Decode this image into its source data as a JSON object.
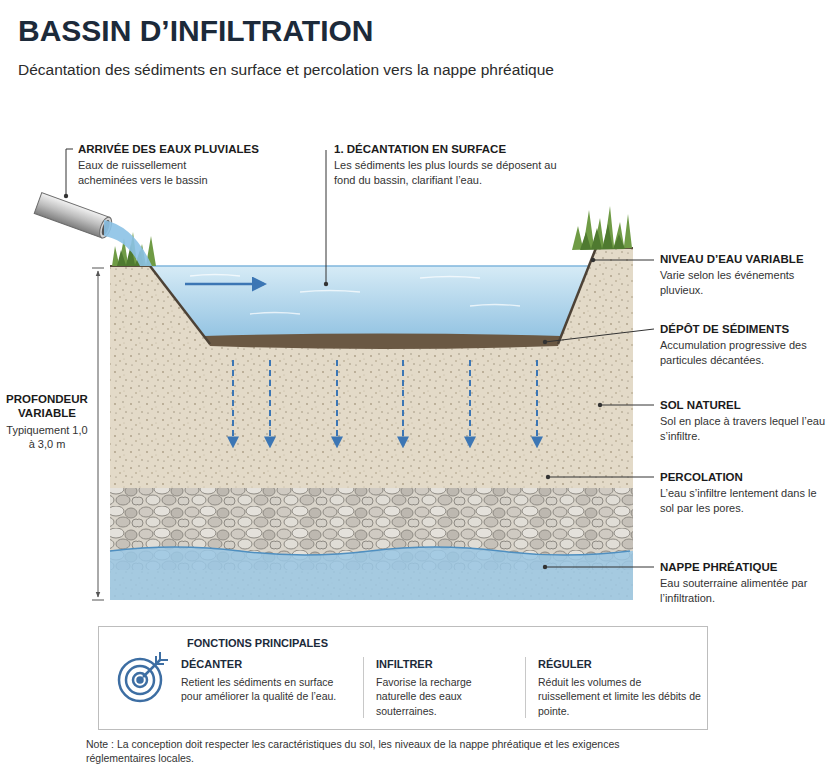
{
  "diagram": {
    "title": "BASSIN D’INFILTRATION",
    "nodes": [
      {
        "text": [
          "FONCTIONS PRINCIPALES"
        ]
      },
      {
        "text": [
          "DÉCANTER",
          "Retient les sédiments en surface pour améliorer la qualité de l’eau."
        ],
        "in": 0
      },
      {
        "text": [
          "INFILTRER",
          "Favorise la recharge naturelle des eaux souterraines."
        ],
        "in": 0
      },
      {
        "text": [
          "RÉGULER",
          "Réduit les volumes de ruissellement et limite les débits de pointe."
        ],
        "in": 0
      }
    ],
    "labels": [
      "Décantation des sédiments en surface et percolation vers la nappe phréatique",
      "ARRIVÉE DES EAUX PLUVIALES",
      "Eaux de ruissellement acheminées vers le bassin",
      "1. DÉCANTATION EN SURFACE",
      "Les sédiments les plus lourds se déposent au fond du bassin, clarifiant l’eau.",
      "NIVEAU D’EAU VARIABLE",
      "Varie selon les événements pluvieux.",
      "DÉPÔT DE SÉDIMENTS",
      "Accumulation progressive des particules décantées.",
      "SOL NATUREL",
      "Sol en place à travers lequel l’eau s’infiltre.",
      "PERCOLATION",
      "L’eau s’infiltre lentement dans le sol par les pores.",
      "NAPPE PHRÉATIQUE",
      "Eau souterraine alimentée par l’infiltration.",
      "PROFONDEUR VARIABLE",
      "Typiquement 1,0 à 3,0 m",
      "Note : La conception doit respecter les caractéristiques du sol, les niveaux de la nappe phréatique et les exigences réglementaires locales."
    ]
  }
}
